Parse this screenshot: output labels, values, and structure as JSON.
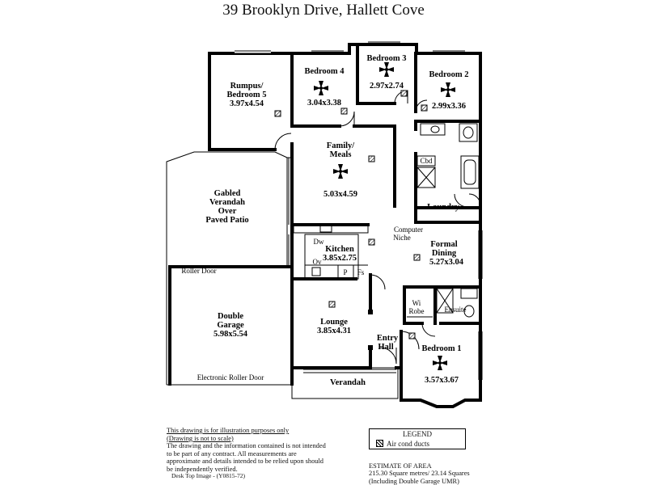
{
  "title": "39 Brooklyn Drive, Hallett Cove",
  "rooms": {
    "rumpus": {
      "name1": "Rumpus/",
      "name2": "Bedroom 5",
      "dims": "3.97x4.54"
    },
    "bed4": {
      "name": "Bedroom 4",
      "dims": "3.04x3.38"
    },
    "bed3": {
      "name": "Bedroom 3",
      "dims": "2.97x2.74"
    },
    "bed2": {
      "name": "Bedroom 2",
      "dims": "2.99x3.36"
    },
    "family": {
      "name1": "Family/",
      "name2": "Meals",
      "dims": "5.03x4.59"
    },
    "verandah_gabled": {
      "l1": "Gabled",
      "l2": "Verandah",
      "l3": "Over",
      "l4": "Paved Patio"
    },
    "cbd": "Cbd",
    "laundry": "Laundry",
    "computer": {
      "l1": "Computer",
      "l2": "Niche"
    },
    "kitchen": {
      "name": "Kitchen",
      "dims": "3.85x2.75",
      "dw": "Dw",
      "ov": "Ov",
      "p": "P",
      "fs": "Fs"
    },
    "dining": {
      "name1": "Formal",
      "name2": "Dining",
      "dims": "5.27x3.04"
    },
    "garage": {
      "roller": "Roller Door",
      "name1": "Double",
      "name2": "Garage",
      "dims": "5.98x5.54",
      "electric": "Electronic Roller Door"
    },
    "lounge": {
      "name": "Lounge",
      "dims": "3.85x4.31"
    },
    "wirobe": {
      "l1": "Wi",
      "l2": "Robe"
    },
    "ensuite": "Ensuite",
    "entry": {
      "l1": "Entry",
      "l2": "Hall"
    },
    "bed1": {
      "name": "Bedroom 1",
      "dims": "3.57x3.67"
    },
    "verandah_front": "Verandah"
  },
  "disclaimer": {
    "line1": "This drawing is for illustration purposes only",
    "line2": "(Drawing is not to scale)",
    "body": "The drawing and the information contained is not intended to be part of any contract. All measurements are approximate and details intended to be relied upon should be independently verified."
  },
  "legend": {
    "title": "LEGEND",
    "item": "Air cond ducts"
  },
  "estimate": {
    "l1": "ESTIMATE OF AREA",
    "l2": "215.30 Square metres/  23.14 Squares",
    "l3": "(Including Double Garage UMR)"
  },
  "footer": "Desk Top Image - (Y0815-72)"
}
